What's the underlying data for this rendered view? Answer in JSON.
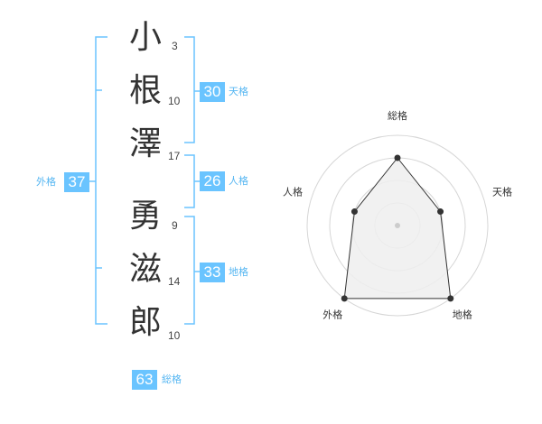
{
  "name": {
    "characters": [
      {
        "char": "小",
        "strokes": "3"
      },
      {
        "char": "根",
        "strokes": "10"
      },
      {
        "char": "澤",
        "strokes": "17"
      },
      {
        "char": "勇",
        "strokes": "9"
      },
      {
        "char": "滋",
        "strokes": "14"
      },
      {
        "char": "郎",
        "strokes": "10"
      }
    ]
  },
  "grades": {
    "tenkaku": {
      "label": "天格",
      "value": "30"
    },
    "jinkaku": {
      "label": "人格",
      "value": "26"
    },
    "chikaku": {
      "label": "地格",
      "value": "33"
    },
    "gaikaku": {
      "label": "外格",
      "value": "37"
    },
    "soukaku": {
      "label": "総格",
      "value": "63"
    }
  },
  "radar": {
    "axes": [
      "総格",
      "天格",
      "地格",
      "外格",
      "人格"
    ],
    "levels": 4,
    "values": [
      3,
      2,
      4,
      4,
      2
    ],
    "max": 4
  },
  "colors": {
    "accent": "#6ac4ff",
    "accent_text": "#55b6f2",
    "radar_fill": "#efefef",
    "radar_grid": "#d6d6d6"
  }
}
